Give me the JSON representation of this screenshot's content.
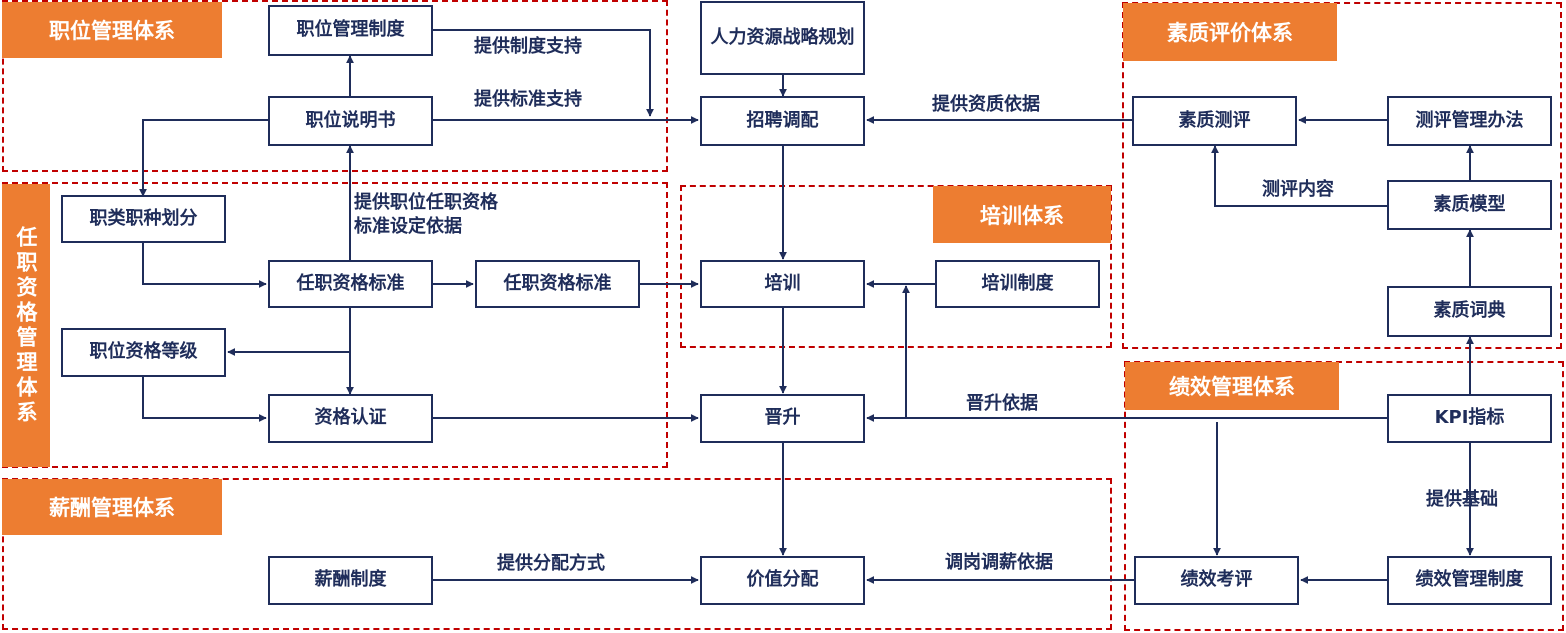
{
  "colors": {
    "line": "#1f2d5a",
    "tag": "#ed7d31",
    "dash": "#c00000"
  },
  "sections": {
    "position": "职位管理体系",
    "qualification": "任职资格管理体系",
    "training": "培训体系",
    "compensation": "薪酬管理体系",
    "competency": "素质评价体系",
    "performance": "绩效管理体系"
  },
  "nodes": {
    "position_policy": "职位管理制度",
    "job_description": "职位说明书",
    "hr_strategy": "人力资源战略规划",
    "recruitment": "招聘调配",
    "job_classification": "职类职种划分",
    "qualification_std_1": "任职资格标准",
    "qualification_std_2": "任职资格标准",
    "position_grade": "职位资格等级",
    "certification": "资格认证",
    "training": "培训",
    "training_policy": "培训制度",
    "promotion": "晋升",
    "value_distribution": "价值分配",
    "compensation_policy": "薪酬制度",
    "competency_assessment": "素质测评",
    "assessment_policy": "测评管理办法",
    "competency_model": "素质模型",
    "competency_dictionary": "素质词典",
    "kpi": "KPI指标",
    "performance_review": "绩效考评",
    "performance_policy": "绩效管理制度"
  },
  "edge_labels": {
    "policy_support": "提供制度支持",
    "standard_support": "提供标准支持",
    "competency_basis": "提供资质依据",
    "qualification_basis": "提供职位任职资格标准设定依据",
    "assessment_content": "测评内容",
    "promotion_basis": "晋升依据",
    "basis": "提供基础",
    "distribution_method": "提供分配方式",
    "salary_adjustment_basis": "调岗调薪依据"
  }
}
